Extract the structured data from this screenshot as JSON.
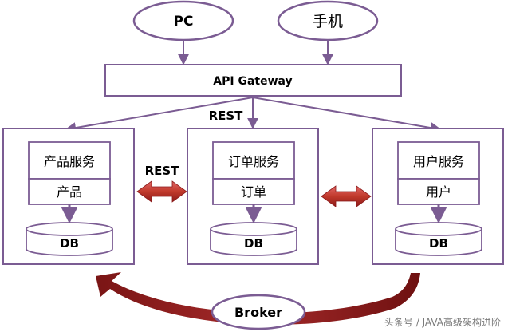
{
  "clients": {
    "pc": "PC",
    "mobile": "手机"
  },
  "gateway": {
    "label": "API Gateway"
  },
  "edge_labels": {
    "gateway_rest": "REST",
    "service_rest": "REST"
  },
  "services": [
    {
      "name": "产品服务",
      "entity": "产品",
      "db": "DB"
    },
    {
      "name": "订单服务",
      "entity": "订单",
      "db": "DB"
    },
    {
      "name": "用户服务",
      "entity": "用户",
      "db": "DB"
    }
  ],
  "broker": {
    "label": "Broker"
  },
  "watermark": "头条号 / JAVA高级架构进阶",
  "colors": {
    "outline": "#7b5c93",
    "arrow_red": "#b22222",
    "arrow_red_light": "#e06666"
  }
}
